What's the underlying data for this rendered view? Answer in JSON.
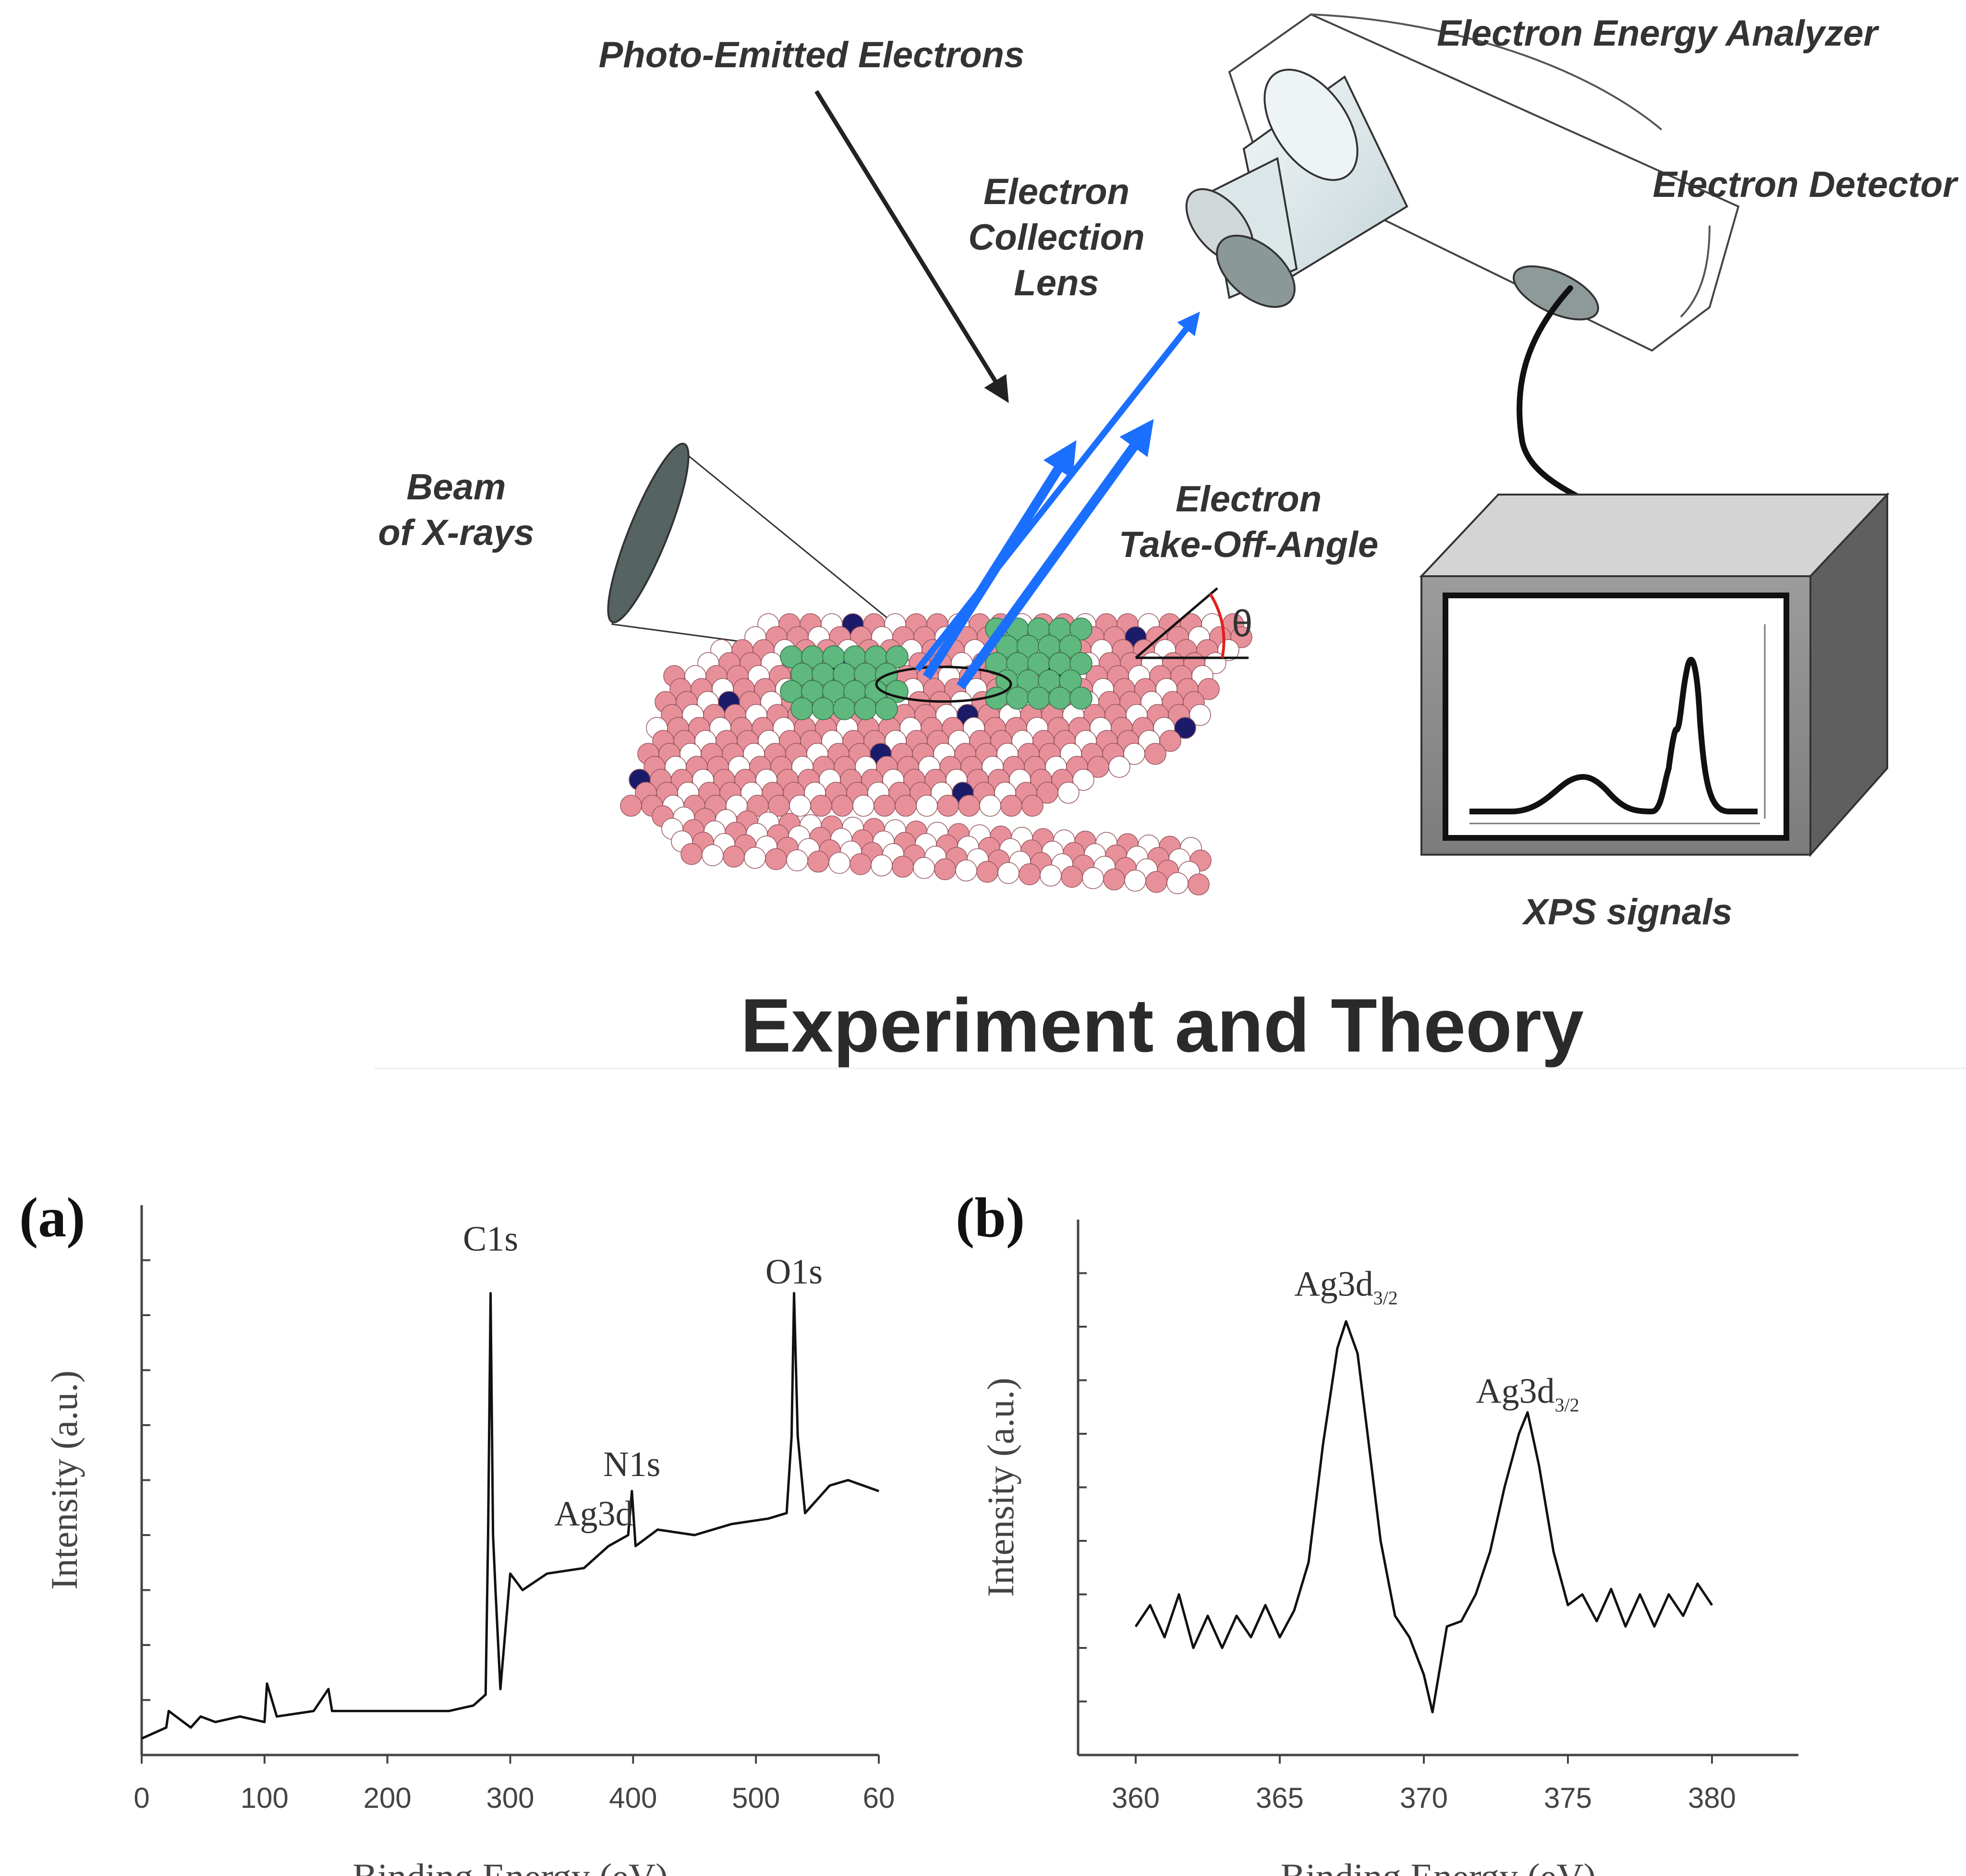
{
  "schematic": {
    "labels": {
      "electron_energy_analyzer": "Electron Energy Analyzer",
      "photo_emitted_electrons": "Photo-Emitted Electrons",
      "collection_lens": [
        "Electron",
        "Collection",
        "Lens"
      ],
      "electron_detector": "Electron Detector",
      "xray_beam": [
        "Beam",
        "of X-rays"
      ],
      "take_off_angle": [
        "Electron",
        "Take-Off-Angle"
      ],
      "theta": "θ",
      "xps_signals": "XPS signals"
    },
    "colors": {
      "electron_arrows": "#1a6fff",
      "substrate_atoms": "#e8909a",
      "cluster_atoms": "#5fb87e",
      "dopant_atoms": "#1b1b6a",
      "angle_arc": "#e02020"
    }
  },
  "section_title": "Experiment and Theory",
  "chart_data": [
    {
      "type": "line",
      "panel_label": "(a)",
      "xlabel": "Binding Energy (eV)",
      "ylabel": "Intensity (a.u.)",
      "xlim": [
        0,
        600
      ],
      "ylim": [
        0,
        100
      ],
      "xticks": [
        "0",
        "100",
        "200",
        "300",
        "400",
        "500",
        "60"
      ],
      "xtick_values": [
        0,
        100,
        200,
        300,
        400,
        500,
        600
      ],
      "y_tick_labels": false,
      "annotations": [
        {
          "text": "C1s",
          "x": 284,
          "y": 90
        },
        {
          "text": "N1s",
          "x": 399,
          "y": 49
        },
        {
          "text": "O1s",
          "x": 531,
          "y": 84
        },
        {
          "text": "Ag3d",
          "x": 368,
          "y": 40
        }
      ],
      "series": [
        {
          "x": [
            0,
            20,
            22,
            40,
            48,
            60,
            80,
            100,
            102,
            110,
            140,
            152,
            155,
            180,
            200,
            220,
            250,
            270,
            280,
            282,
            284,
            286,
            288,
            292,
            300,
            310,
            330,
            360,
            380,
            396,
            399,
            402,
            420,
            450,
            480,
            510,
            525,
            529,
            531,
            534,
            540,
            560,
            575,
            600
          ],
          "y": [
            3,
            5,
            8,
            5,
            7,
            6,
            7,
            6,
            13,
            7,
            8,
            12,
            8,
            8,
            8,
            8,
            8,
            9,
            11,
            40,
            84,
            40,
            30,
            12,
            33,
            30,
            33,
            34,
            38,
            40,
            48,
            38,
            41,
            40,
            42,
            43,
            44,
            58,
            84,
            58,
            44,
            49,
            50,
            48
          ]
        }
      ]
    },
    {
      "type": "line",
      "panel_label": "(b)",
      "xlabel": "Binding Energy (eV)",
      "ylabel": "Intensity (a.u.)",
      "xlim": [
        358,
        383
      ],
      "ylim": [
        0,
        100
      ],
      "xticks": [
        "360",
        "365",
        "370",
        "375",
        "380"
      ],
      "xtick_values": [
        360,
        365,
        370,
        375,
        380
      ],
      "y_tick_labels": false,
      "annotations": [
        {
          "text": "Ag3d",
          "sub": "3/2",
          "x": 367.3,
          "y": 84
        },
        {
          "text": "Ag3d",
          "sub": "3/2",
          "x": 373.6,
          "y": 64
        }
      ],
      "series": [
        {
          "x": [
            360,
            360.5,
            361,
            361.5,
            362,
            362.5,
            363,
            363.5,
            364,
            364.5,
            365,
            365.5,
            366,
            366.5,
            367,
            367.3,
            367.7,
            368,
            368.5,
            369,
            369.5,
            370,
            370.3,
            370.8,
            371.3,
            371.8,
            372.3,
            372.8,
            373.3,
            373.6,
            374,
            374.5,
            375,
            375.5,
            376,
            376.5,
            377,
            377.5,
            378,
            378.5,
            379,
            379.5,
            380
          ],
          "y": [
            24,
            28,
            22,
            30,
            20,
            26,
            20,
            26,
            22,
            28,
            22,
            27,
            36,
            58,
            76,
            81,
            75,
            62,
            40,
            26,
            22,
            15,
            8,
            24,
            25,
            30,
            38,
            50,
            60,
            64,
            54,
            38,
            28,
            30,
            25,
            31,
            24,
            30,
            24,
            30,
            26,
            32,
            28
          ]
        }
      ]
    }
  ]
}
